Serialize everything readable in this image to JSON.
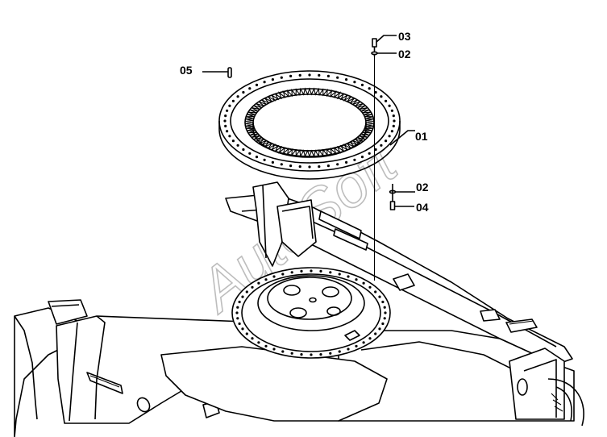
{
  "diagram": {
    "watermark": "AutoSoft",
    "callouts": [
      {
        "id": "callout-03",
        "label": "03"
      },
      {
        "id": "callout-02-top",
        "label": "02"
      },
      {
        "id": "callout-05",
        "label": "05"
      },
      {
        "id": "callout-01",
        "label": "01"
      },
      {
        "id": "callout-02-bottom",
        "label": "02"
      },
      {
        "id": "callout-04",
        "label": "04"
      }
    ]
  }
}
